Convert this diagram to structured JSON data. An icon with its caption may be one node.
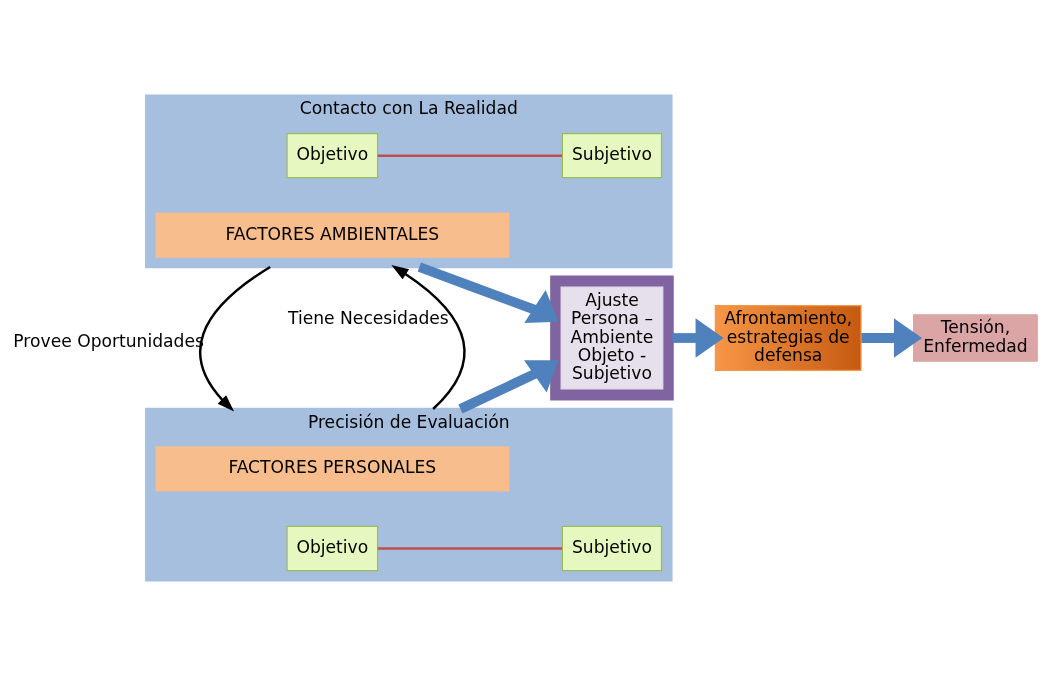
{
  "diagram": {
    "nodes": [
      {
        "text": [
          "Contacto con La Realidad"
        ]
      },
      {
        "text": [
          "FACTORES AMBIENTALES"
        ],
        "in": 0
      },
      {
        "text": [
          "Objetivo"
        ],
        "in": 0
      },
      {
        "text": [
          "Subjetivo"
        ],
        "in": 0
      },
      {
        "text": [
          "Precisión de Evaluación"
        ]
      },
      {
        "text": [
          "FACTORES PERSONALES"
        ],
        "in": 4
      },
      {
        "text": [
          "Objetivo"
        ],
        "in": 4
      },
      {
        "text": [
          "Subjetivo"
        ],
        "in": 4
      },
      {
        "text": [],
        "shape": "box"
      },
      {
        "text": [
          "Ajuste Persona – Ambiente Objeto - Subjetivo"
        ],
        "in": 8
      },
      {
        "text": [
          "Afrontamiento, estrategias de defensa"
        ]
      },
      {
        "text": [
          "Tensión, Enfermedad"
        ]
      }
    ],
    "edges": [
      {
        "from": 2,
        "to": 3,
        "arrow": "none",
        "color": "#c0504d"
      },
      {
        "from": 6,
        "to": 7,
        "arrow": "none",
        "color": "#c0504d"
      },
      {
        "from": 4,
        "to": 0,
        "arrow": "to",
        "label": "Tiene Necesidades",
        "color": "#000000"
      },
      {
        "from": 0,
        "to": 4,
        "arrow": "to",
        "label": "Provee Oportunidades",
        "color": "#000000"
      },
      {
        "from": 0,
        "to": 8,
        "arrow": "to",
        "style": "thick"
      },
      {
        "from": 4,
        "to": 8,
        "arrow": "to",
        "style": "thick"
      },
      {
        "from": 8,
        "to": 10,
        "arrow": "to",
        "style": "thick"
      },
      {
        "from": 10,
        "to": 11,
        "arrow": "to",
        "style": "thick"
      }
    ]
  }
}
